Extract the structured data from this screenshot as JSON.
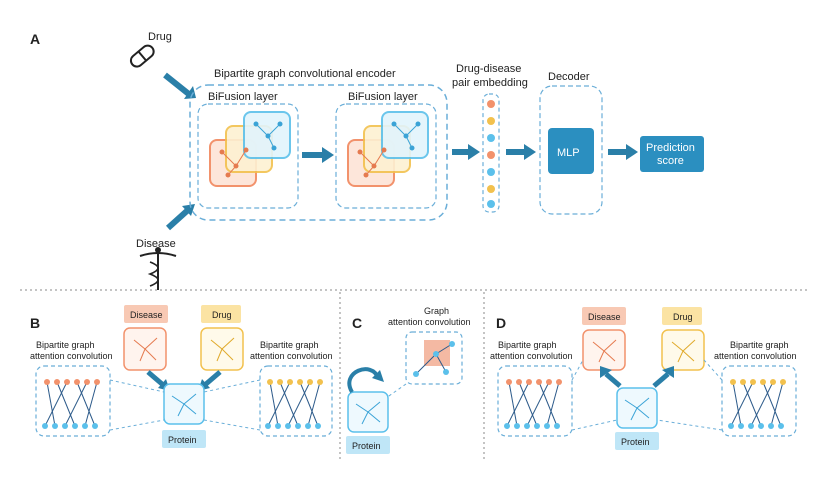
{
  "panels": {
    "a": "A",
    "b": "B",
    "c": "C",
    "d": "D"
  },
  "panel_a": {
    "drug": "Drug",
    "disease": "Disease",
    "encoder_title": "Bipartite graph convolutional encoder",
    "layer1": "BiFusion layer",
    "layer2": "BiFusion layer",
    "pair_line1": "Drug-disease",
    "pair_line2": "pair embedding",
    "decoder": "Decoder",
    "mlp": "MLP",
    "pred_line1": "Prediction",
    "pred_line2": "score"
  },
  "panel_b": {
    "disease": "Disease",
    "drug": "Drug",
    "protein": "Protein",
    "left_line1": "Bipartite graph",
    "left_line2": "attention convolution",
    "right_line1": "Bipartite graph",
    "right_line2": "attention convolution"
  },
  "panel_c": {
    "line1": "Graph",
    "line2": "attention convolution",
    "protein": "Protein"
  },
  "panel_d": {
    "disease": "Disease",
    "drug": "Drug",
    "protein": "Protein",
    "left_line1": "Bipartite graph",
    "left_line2": "attention convolution",
    "right_line1": "Bipartite graph",
    "right_line2": "attention convolution"
  },
  "colors": {
    "arrow": "#2a7fa8",
    "dash": "#6aaed8",
    "node_orange": "#f2926c",
    "node_yellow": "#f2c14e",
    "node_blue": "#5bc0eb",
    "box_mlp": "#2b8fc0",
    "box_protein": "#bfe6f7",
    "box_disease": "#f8c9b4",
    "box_drug": "#fbe3a3",
    "edge": "#2c5a8a"
  }
}
